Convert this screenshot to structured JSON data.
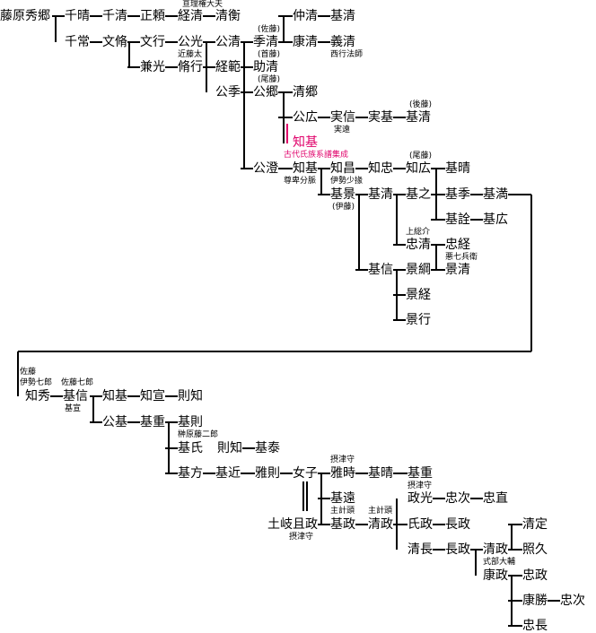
{
  "colors": {
    "line": "#000000",
    "accent": "#e0006a"
  },
  "nodes": [
    "藤原秀郷",
    "千晴",
    "千清",
    "正頼",
    "経清",
    "清衡",
    "千常",
    "文脩",
    "文行",
    "公光",
    "公清",
    "季清",
    "仲清",
    "基清",
    "康清",
    "義清",
    "兼光",
    "脩行",
    "経範",
    "助清",
    "公季",
    "公郷",
    "清郷",
    "公広",
    "実信",
    "実基",
    "基清",
    "知基",
    "公澄",
    "知基",
    "知昌",
    "知忠",
    "知広",
    "基晴",
    "基景",
    "基清",
    "基之",
    "基季",
    "基満",
    "基詮",
    "基広",
    "忠清",
    "忠経",
    "景清",
    "基信",
    "景綱",
    "景経",
    "景行",
    "知秀",
    "基信",
    "知基",
    "知宣",
    "則知",
    "公基",
    "基重",
    "基則",
    "基氏",
    "則知",
    "基泰",
    "基方",
    "基近",
    "雅則",
    "女子",
    "雅時",
    "基晴",
    "基重",
    "基遠",
    "政光",
    "忠次",
    "忠直",
    "土岐且政",
    "基政",
    "清政",
    "氏政",
    "長政",
    "清長",
    "長政",
    "清政",
    "清定",
    "康政",
    "照久",
    "忠政",
    "康勝",
    "忠次",
    "忠長"
  ],
  "notes": [
    "亘理権大夫",
    "(佐藤)",
    "西行法師",
    "近藤太",
    "(首藤)",
    "(尾藤)",
    "(後藤)",
    "実遠",
    "古代氏族系譜集成",
    "尊卑分脈",
    "(尾藤)",
    "伊勢少掾",
    "(伊藤)",
    "上総介",
    "悪七兵衛",
    "佐藤",
    "伊勢七郎",
    "佐藤七郎",
    "基宣",
    "榊原藤二郎",
    "摂津守",
    "摂津守",
    "主計頭",
    "主計頭",
    "摂津守",
    "式部大輔"
  ]
}
